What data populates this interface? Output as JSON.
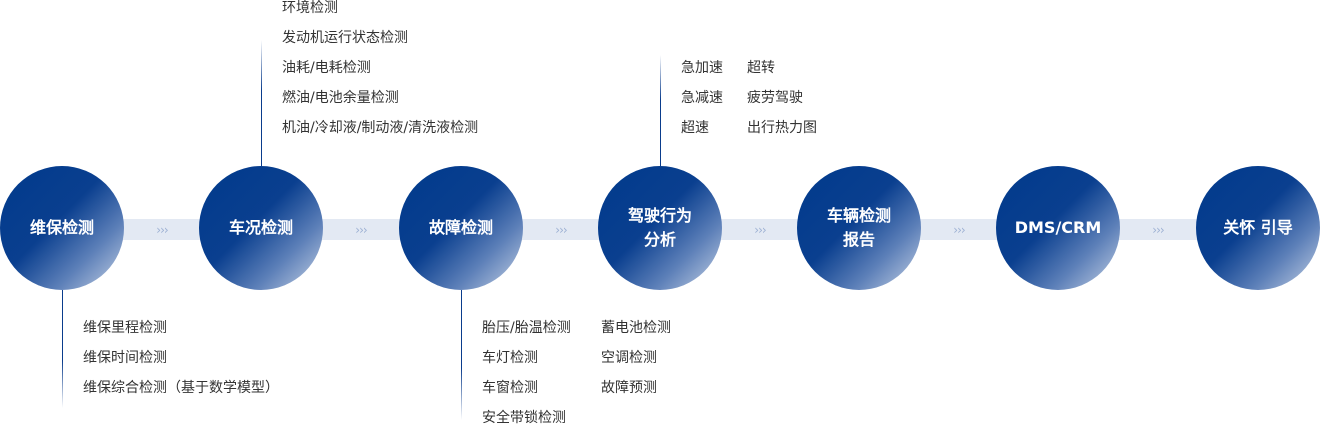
{
  "steps": [
    {
      "label": "维保检测"
    },
    {
      "label": "车况检测"
    },
    {
      "label": "故障检测"
    },
    {
      "label": "驾驶行为\n分析"
    },
    {
      "label": "车辆检测\n报告"
    },
    {
      "label": "DMS/CRM"
    },
    {
      "label": "关怀  引导"
    }
  ],
  "arrow_glyph": "›››",
  "maintenance_items": [
    "维保里程检测",
    "维保时间检测",
    "维保综合检测（基于数学模型）"
  ],
  "condition_items": [
    "环境检测",
    "发动机运行状态检测",
    "油耗/电耗检测",
    "燃油/电池余量检测",
    "机油/冷却液/制动液/清洗液检测"
  ],
  "fault_items_col1": [
    "胎压/胎温检测",
    "车灯检测",
    "车窗检测",
    "安全带锁检测"
  ],
  "fault_items_col2": [
    "蓄电池检测",
    "空调检测",
    "故障预测"
  ],
  "driving_items_col1": [
    "急加速",
    "急减速",
    "超速"
  ],
  "driving_items_col2": [
    "超转",
    "疲劳驾驶",
    "出行热力图"
  ]
}
